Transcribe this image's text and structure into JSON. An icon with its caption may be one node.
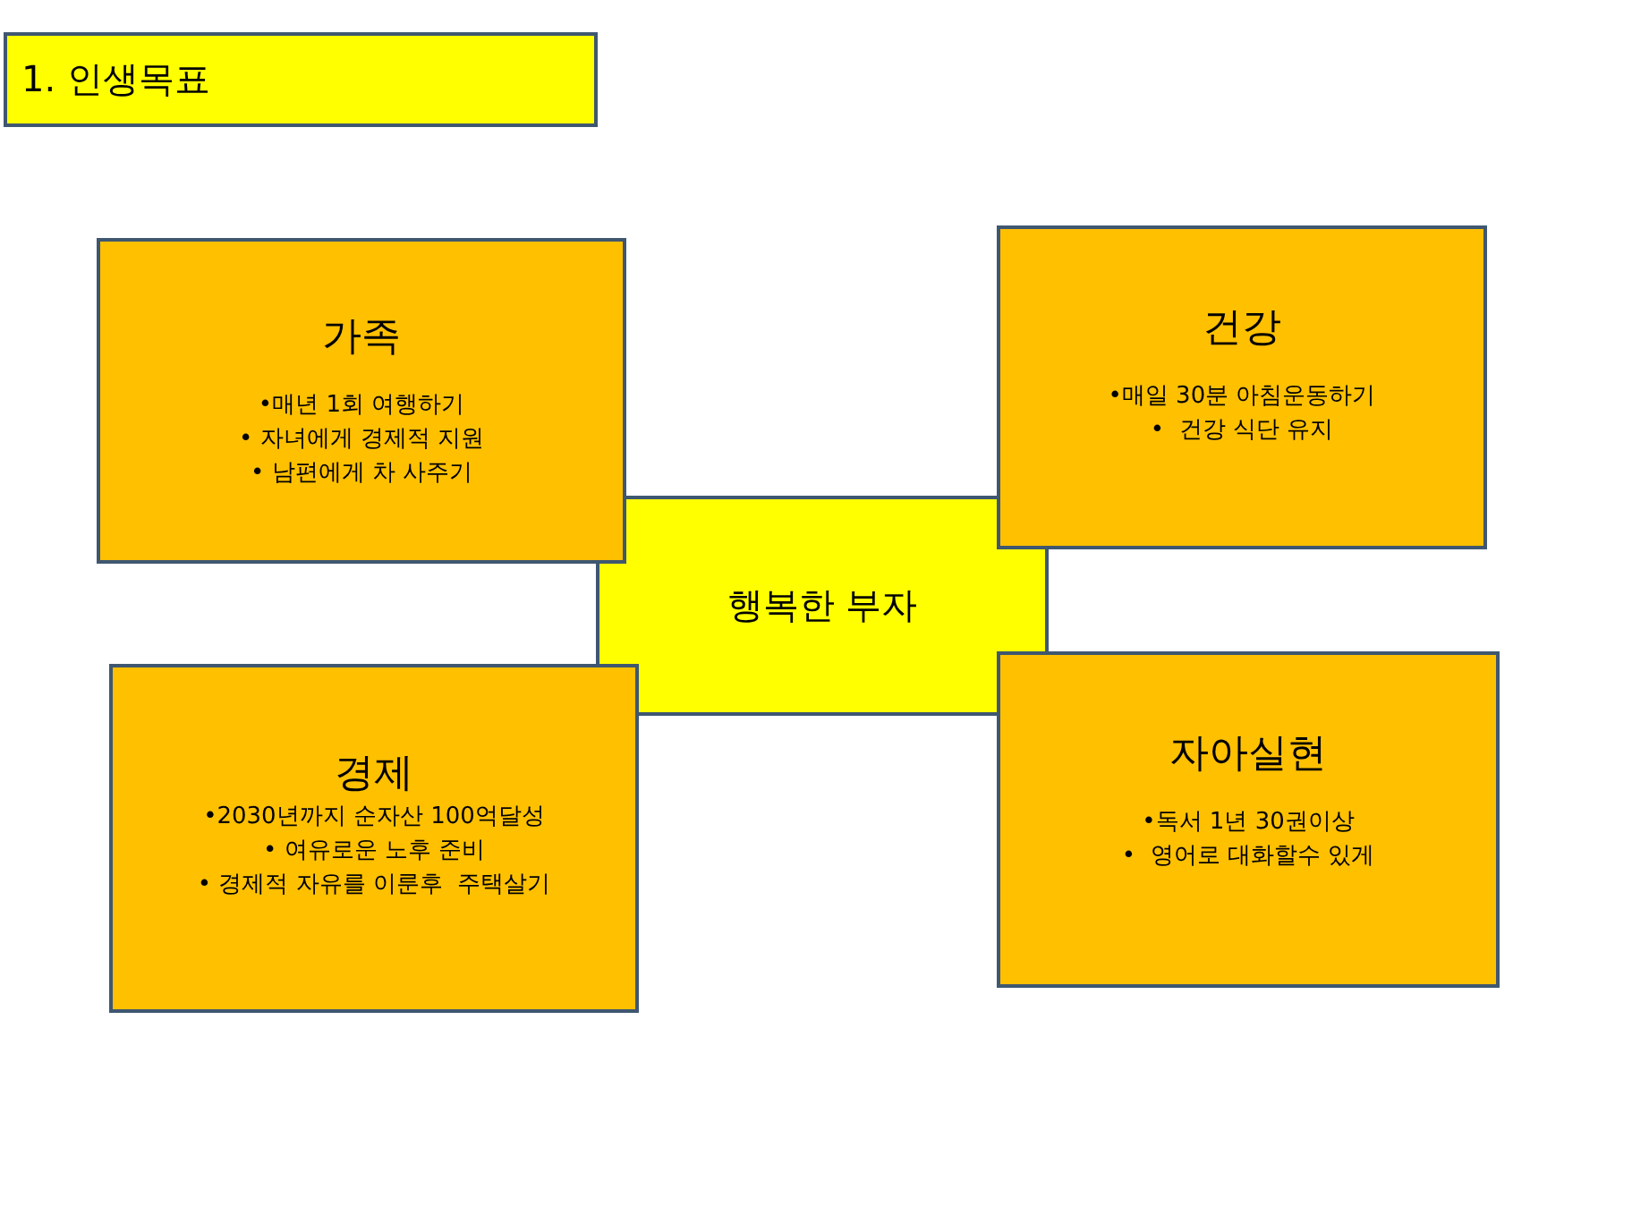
{
  "diagram": {
    "nodes": [
      {
        "text": [
          "1. 인생목표"
        ]
      },
      {
        "text": [
          "행복한 부자"
        ]
      },
      {
        "text": [
          "가족",
          "•매년 1회 여행하기",
          "• 자녀에게 경제적 지원",
          "• 남편에게 차 사주기"
        ]
      },
      {
        "text": [
          "건강",
          "•매일 30분 아침운동하기",
          "•  건강 식단 유지"
        ]
      },
      {
        "text": [
          "경제",
          "•2030년까지 순자산 100억달성",
          "• 여유로운 노후 준비",
          "• 경제적 자유를 이룬후  주택살기"
        ]
      },
      {
        "text": [
          "자아실현",
          "•독서 1년 30권이상",
          "•  영어로 대화할수 있게"
        ]
      }
    ],
    "edges": []
  }
}
